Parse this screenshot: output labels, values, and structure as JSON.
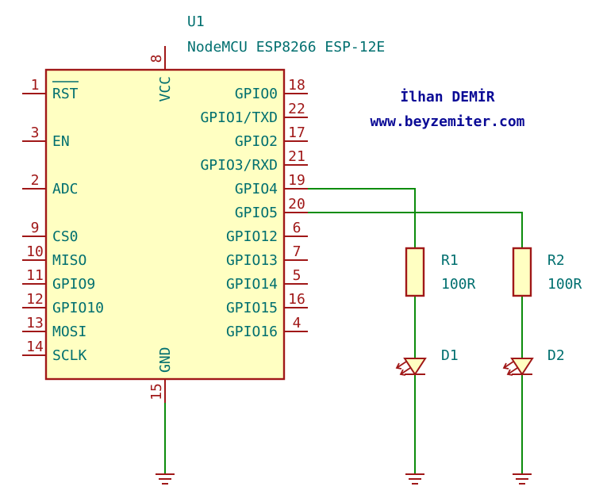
{
  "u1": {
    "ref": "U1",
    "value": "NodeMCU ESP8266 ESP-12E",
    "left_pins": [
      {
        "num": "1",
        "name": "RST"
      },
      {
        "num": "3",
        "name": "EN"
      },
      {
        "num": "2",
        "name": "ADC"
      },
      {
        "num": "9",
        "name": "CS0"
      },
      {
        "num": "10",
        "name": "MISO"
      },
      {
        "num": "11",
        "name": "GPIO9"
      },
      {
        "num": "12",
        "name": "GPIO10"
      },
      {
        "num": "13",
        "name": "MOSI"
      },
      {
        "num": "14",
        "name": "SCLK"
      }
    ],
    "right_pins": [
      {
        "num": "18",
        "name": "GPIO0"
      },
      {
        "num": "22",
        "name": "GPIO1/TXD"
      },
      {
        "num": "17",
        "name": "GPIO2"
      },
      {
        "num": "21",
        "name": "GPIO3/RXD"
      },
      {
        "num": "19",
        "name": "GPIO4"
      },
      {
        "num": "20",
        "name": "GPIO5"
      },
      {
        "num": "6",
        "name": "GPIO12"
      },
      {
        "num": "7",
        "name": "GPIO13"
      },
      {
        "num": "5",
        "name": "GPIO14"
      },
      {
        "num": "16",
        "name": "GPIO15"
      },
      {
        "num": "4",
        "name": "GPIO16"
      }
    ],
    "vcc_pin": {
      "num": "8",
      "name": "VCC"
    },
    "gnd_pin": {
      "num": "15",
      "name": "GND"
    }
  },
  "r1": {
    "ref": "R1",
    "value": "100R"
  },
  "r2": {
    "ref": "R2",
    "value": "100R"
  },
  "d1": {
    "ref": "D1"
  },
  "d2": {
    "ref": "D2"
  },
  "author": {
    "name": "İlhan DEMİR",
    "website": "www.beyzemiter.com"
  },
  "colors": {
    "pin": "#a01818",
    "text": "#006f6f",
    "body_fill": "#ffffc2",
    "wire": "#0c8c0c",
    "author_text": "#0a0a96"
  }
}
